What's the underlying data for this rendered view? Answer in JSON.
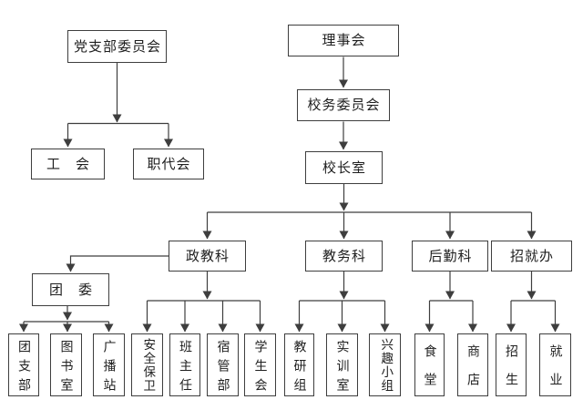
{
  "diagram": {
    "type": "org-chart",
    "background_color": "#ffffff",
    "line_color": "#3e3e3e",
    "nodes": {
      "party_branch_committee": {
        "label": "党支部委员会"
      },
      "labor_union": {
        "label": "工　会"
      },
      "staff_congress": {
        "label": "职代会"
      },
      "board_of_directors": {
        "label": "理事会"
      },
      "school_affairs_committee": {
        "label": "校务委员会"
      },
      "principal_office": {
        "label": "校长室"
      },
      "political_education_section": {
        "label": "政教科"
      },
      "academic_affairs_section": {
        "label": "教务科"
      },
      "logistics_section": {
        "label": "后勤科"
      },
      "admission_employment_office": {
        "label": "招就办"
      },
      "youth_league_committee": {
        "label": "团　委"
      },
      "league_branch": {
        "label": "团支部"
      },
      "library": {
        "label": "图书室"
      },
      "broadcast_station": {
        "label": "广播站"
      },
      "security_office": {
        "label": "安全保卫"
      },
      "class_teachers": {
        "label": "班主任"
      },
      "dorm_management": {
        "label": "宿管部"
      },
      "student_union": {
        "label": "学生会"
      },
      "teaching_research_group": {
        "label": "教研组"
      },
      "training_room": {
        "label": "实训室"
      },
      "interest_groups": {
        "label": "兴趣小组"
      },
      "canteen": {
        "label": "食堂"
      },
      "shop": {
        "label": "商店"
      },
      "admissions": {
        "label": "招生"
      },
      "employment": {
        "label": "就业"
      }
    },
    "edges": [
      {
        "from": "party_branch_committee",
        "to": [
          "labor_union",
          "staff_congress"
        ]
      },
      {
        "from": "board_of_directors",
        "to": [
          "school_affairs_committee"
        ]
      },
      {
        "from": "school_affairs_committee",
        "to": [
          "principal_office"
        ]
      },
      {
        "from": "principal_office",
        "to": [
          "political_education_section",
          "academic_affairs_section",
          "logistics_section",
          "admission_employment_office"
        ]
      },
      {
        "from": "political_education_section",
        "to": [
          "youth_league_committee",
          "security_office",
          "class_teachers",
          "dorm_management",
          "student_union"
        ]
      },
      {
        "from": "youth_league_committee",
        "to": [
          "league_branch",
          "library",
          "broadcast_station"
        ]
      },
      {
        "from": "academic_affairs_section",
        "to": [
          "teaching_research_group",
          "training_room",
          "interest_groups"
        ]
      },
      {
        "from": "logistics_section",
        "to": [
          "canteen",
          "shop"
        ]
      },
      {
        "from": "admission_employment_office",
        "to": [
          "admissions",
          "employment"
        ]
      }
    ]
  }
}
